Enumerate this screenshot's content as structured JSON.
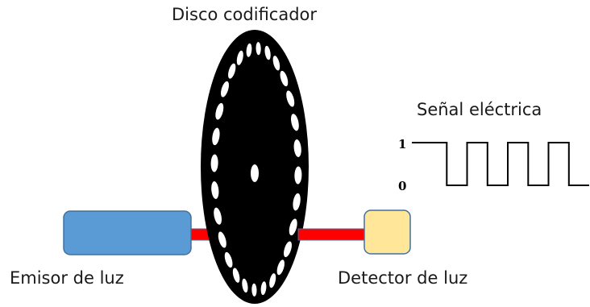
{
  "labels": {
    "disk": "Disco codificador",
    "signal": "Señal eléctrica",
    "emitter": "Emisor de luz",
    "detector": "Detector de luz"
  },
  "signal": {
    "high_label": "1",
    "low_label": "0",
    "sequence": [
      1,
      0,
      1,
      0,
      1,
      0,
      1,
      0
    ]
  },
  "colors": {
    "emitter": "#5b9bd5",
    "detector": "#ffe699",
    "beam": "#ff0000",
    "disk": "#000000",
    "holes": "#ffffff",
    "waveform": "#000000"
  }
}
